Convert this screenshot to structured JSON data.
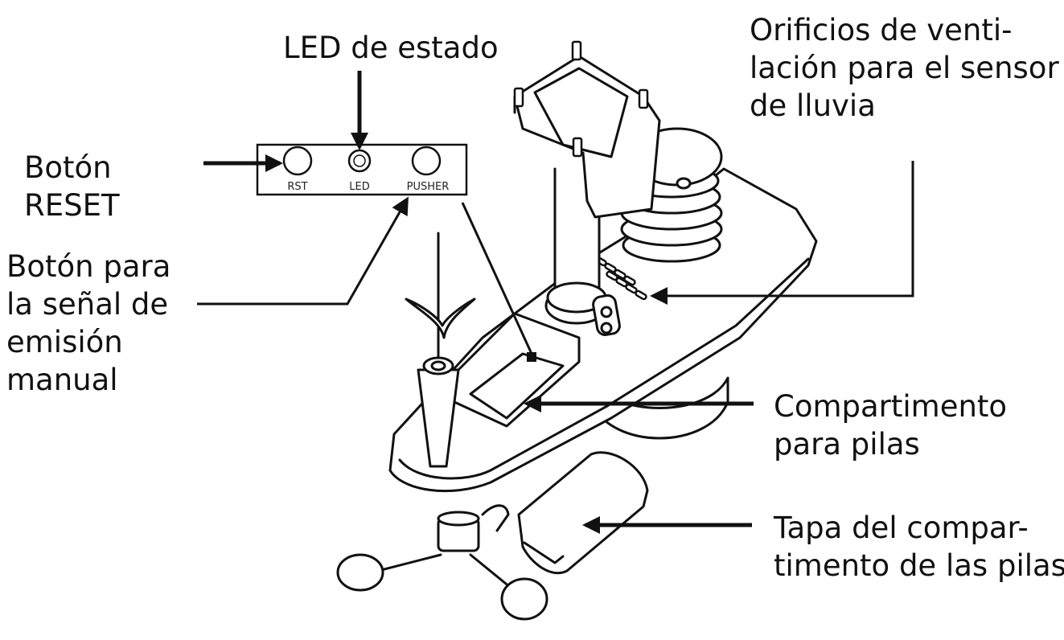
{
  "labels": {
    "led": [
      "LED de estado"
    ],
    "reset": [
      "Botón",
      "RESET"
    ],
    "pusher": [
      "Botón para",
      "la señal de",
      "emisión",
      "manual"
    ],
    "vents": [
      "Orificios de venti-",
      "lación para el sensor",
      "de lluvia"
    ],
    "battery": [
      "Compartimento",
      "para pilas"
    ],
    "cover": [
      "Tapa del compar-",
      "timento de las pilas"
    ]
  },
  "panel": {
    "rst": "RST",
    "led": "LED",
    "pusher": "PUSHER"
  },
  "colors": {
    "ink": "#111111",
    "background": "#ffffff"
  }
}
